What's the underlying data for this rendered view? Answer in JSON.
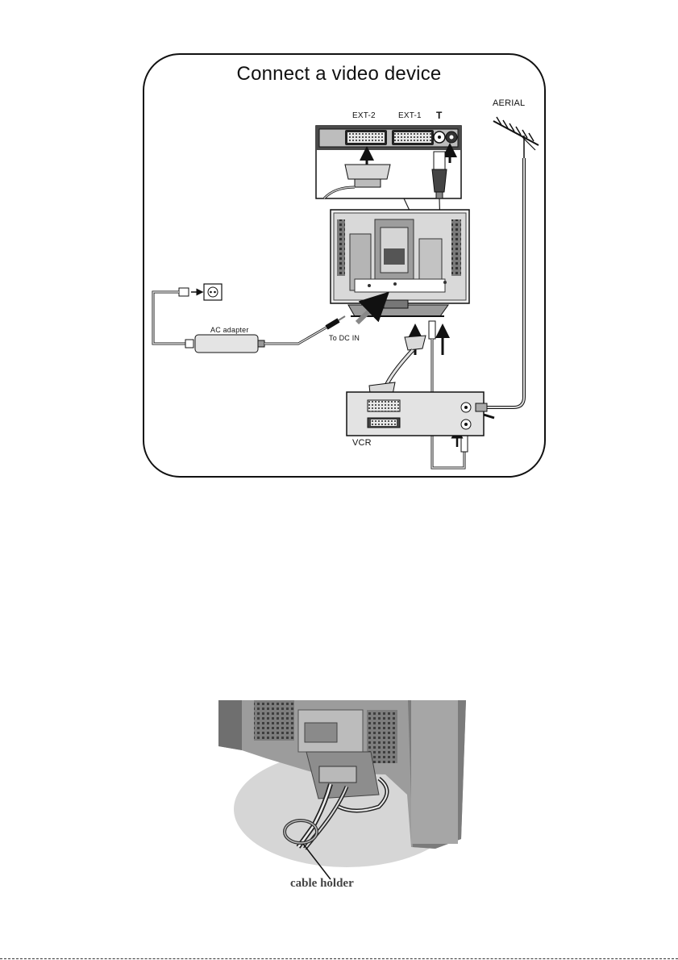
{
  "diagram": {
    "title": "Connect a video device",
    "labels": {
      "ext2": "EXT-2",
      "ext1": "EXT-1",
      "antenna_symbol": "T",
      "aerial": "AERIAL",
      "ac_adapter": "AC adapter",
      "dc_in": "To DC IN",
      "vcr": "VCR"
    }
  },
  "cable_figure": {
    "caption": "cable holder"
  }
}
